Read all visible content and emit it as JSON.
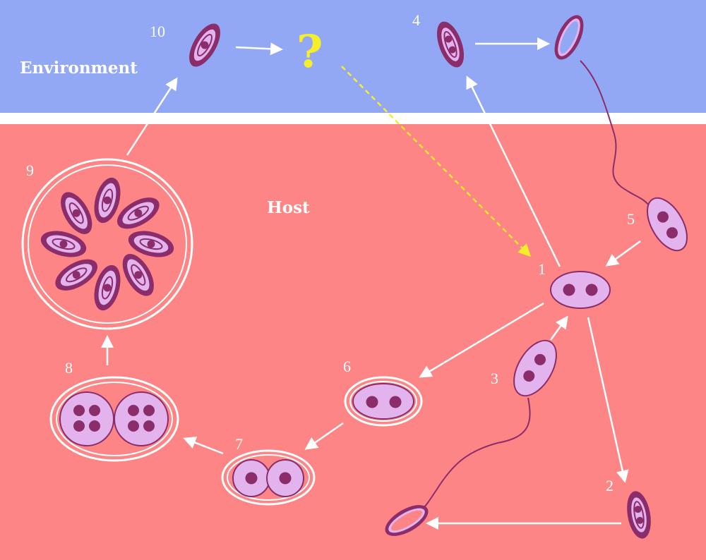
{
  "regions": {
    "environment": "Environment",
    "host": "Host"
  },
  "question_mark": "?",
  "stages": [
    {
      "id": "1",
      "label": "1"
    },
    {
      "id": "2",
      "label": "2"
    },
    {
      "id": "3",
      "label": "3"
    },
    {
      "id": "4",
      "label": "4"
    },
    {
      "id": "5",
      "label": "5"
    },
    {
      "id": "6",
      "label": "6"
    },
    {
      "id": "7",
      "label": "7"
    },
    {
      "id": "8",
      "label": "8"
    },
    {
      "id": "9",
      "label": "9"
    },
    {
      "id": "10",
      "label": "10"
    }
  ],
  "colors": {
    "environment_band": "#93a8f4",
    "host_band": "#fd8585",
    "cell_fill": "#e3b3ee",
    "cell_outline": "#8b2c6b",
    "nucleus": "#8b2c6b",
    "wall_white": "#ffffff",
    "arrow_white": "#ffffff",
    "arrow_yellow": "#f6ee2a",
    "region_label": "#ffffff",
    "question_mark": "#f6ee2a"
  }
}
